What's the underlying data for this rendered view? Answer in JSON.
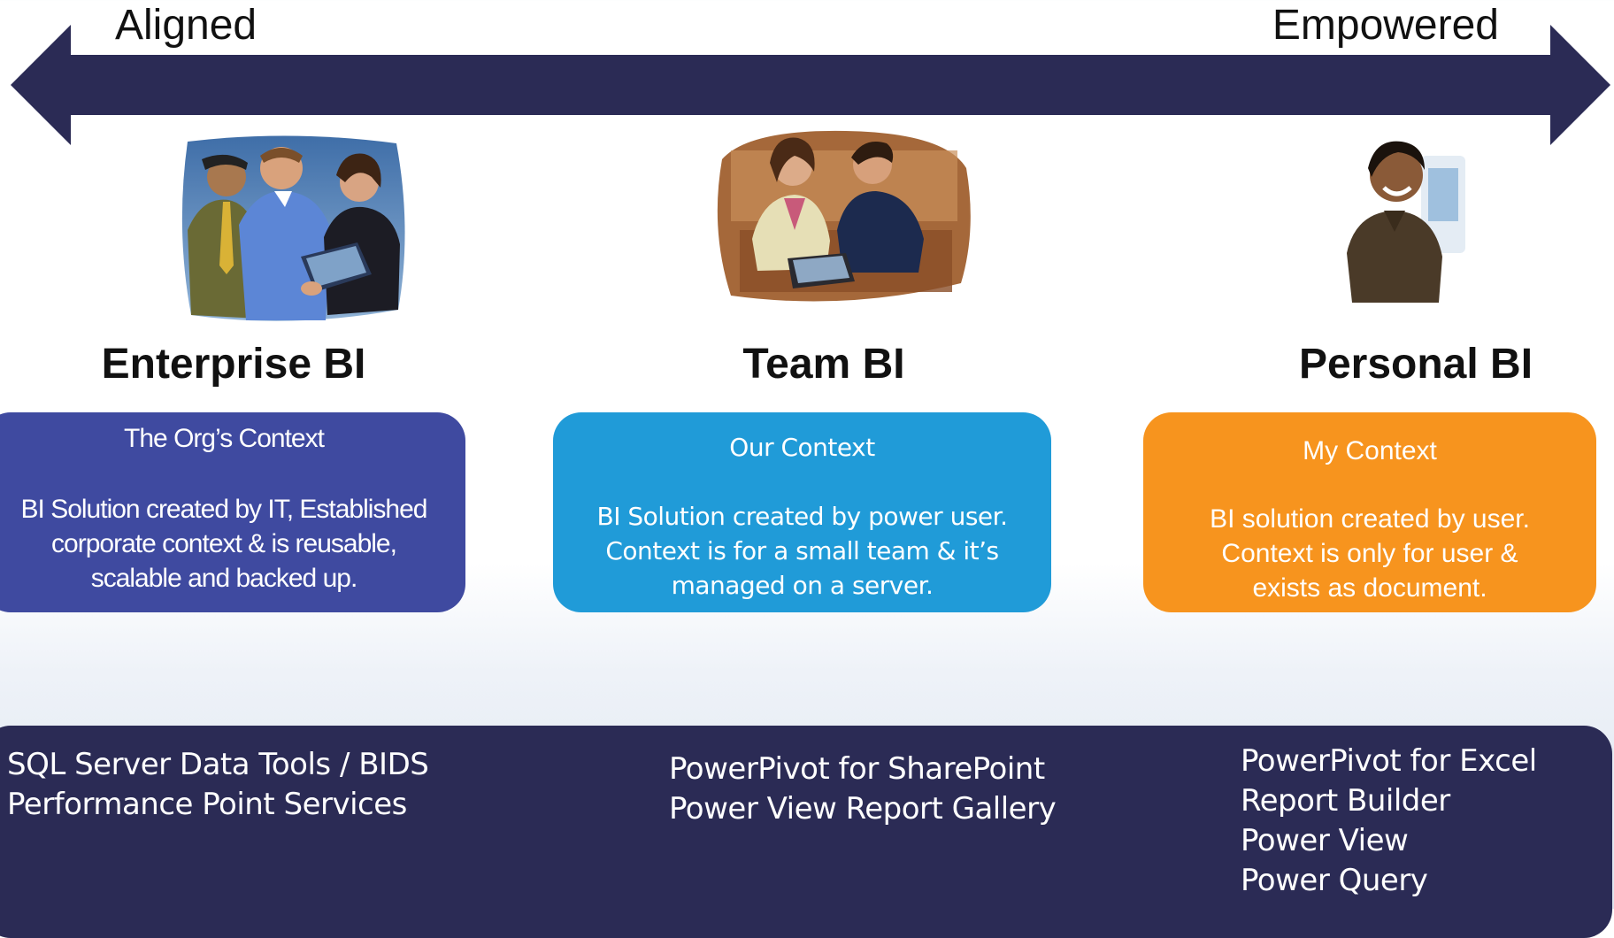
{
  "spectrum": {
    "left_label": "Aligned",
    "right_label": "Empowered",
    "arrow_color": "#2b2b55"
  },
  "columns": [
    {
      "title": "Enterprise BI",
      "photo": "three-business-people-photo",
      "context_heading": "The Org’s Context",
      "context_body": "BI Solution created by IT, Established\ncorporate context & is reusable,\nscalable and backed up.",
      "box_color": "#3f4aa0",
      "tools": [
        "SQL Server Data Tools / BIDS",
        "Performance Point Services"
      ]
    },
    {
      "title": "Team BI",
      "photo": "two-people-with-tablet-photo",
      "context_heading": "Our Context",
      "context_body": "BI Solution created by power user.\nContext is for a small team & it’s\nmanaged on a server.",
      "box_color": "#209bd8",
      "tools": [
        "PowerPivot for SharePoint",
        "Power View Report Gallery"
      ]
    },
    {
      "title": "Personal BI",
      "photo": "smiling-man-at-computer-photo",
      "context_heading": "My Context",
      "context_body": "BI solution created by user.\nContext is only for user &\nexists as document.",
      "box_color": "#f7941e",
      "tools": [
        "PowerPivot for Excel",
        "Report Builder",
        "Power View",
        "Power Query"
      ]
    }
  ],
  "bottom_panel_color": "#2b2b55"
}
